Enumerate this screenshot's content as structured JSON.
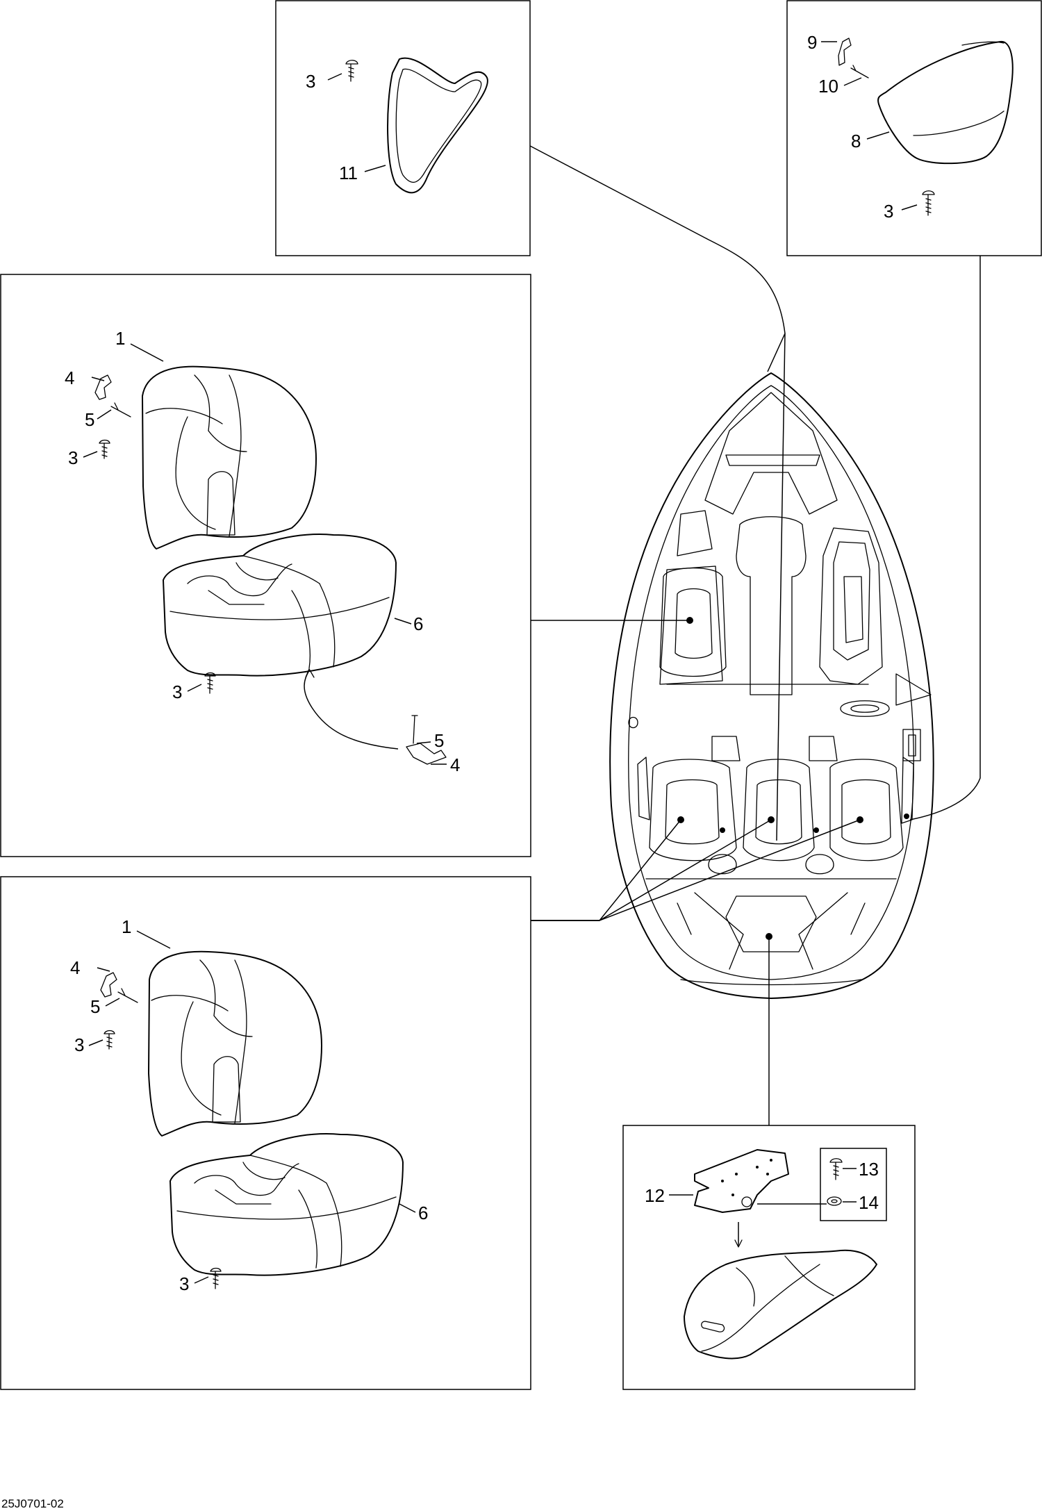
{
  "diagram": {
    "drawing_code": "25J0701-02",
    "callouts": {
      "c1a": "1",
      "c1b": "1",
      "c3a": "3",
      "c3b": "3",
      "c3c": "3",
      "c3d": "3",
      "c3e": "3",
      "c3f": "3",
      "c4a": "4",
      "c4b": "4",
      "c4c": "4",
      "c5a": "5",
      "c5b": "5",
      "c5c": "5",
      "c6a": "6",
      "c6b": "6",
      "c8": "8",
      "c9": "9",
      "c10": "10",
      "c11": "11",
      "c12": "12",
      "c13": "13",
      "c14": "14"
    }
  }
}
